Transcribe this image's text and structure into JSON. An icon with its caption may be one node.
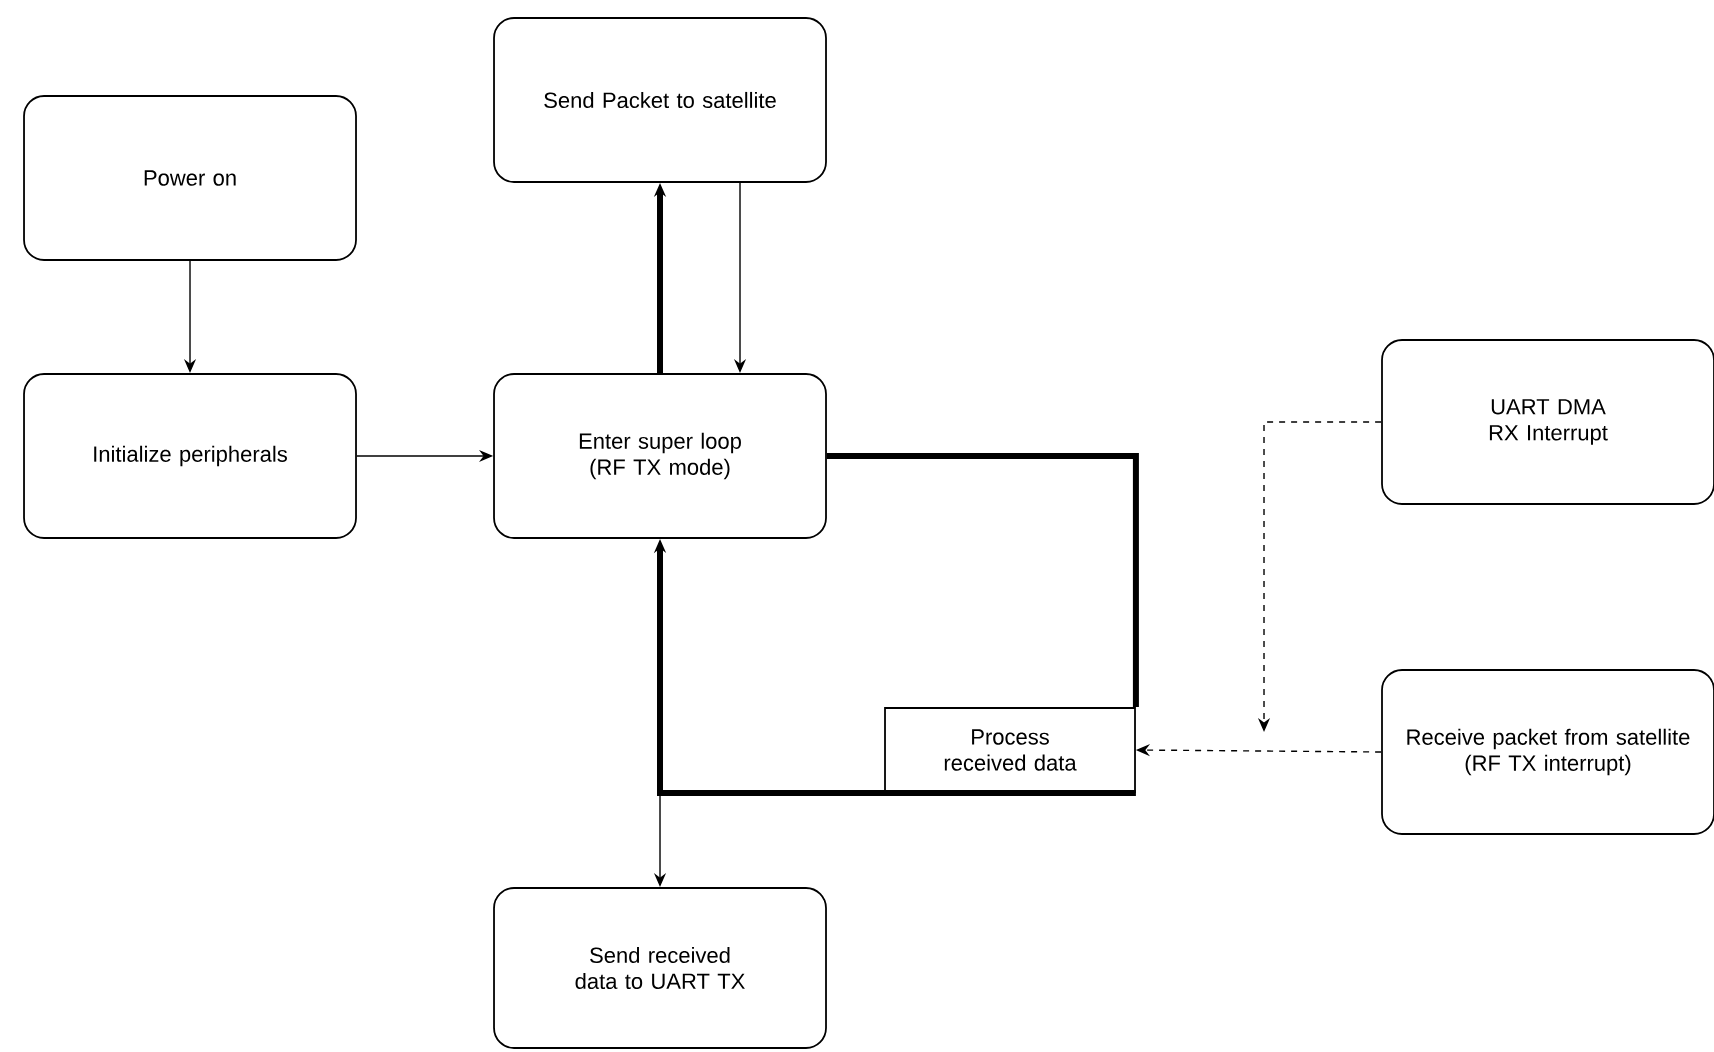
{
  "diagram": {
    "nodes": [
      {
        "text": [
          "Power on"
        ]
      },
      {
        "text": [
          "Initialize peripherals"
        ]
      },
      {
        "text": [
          "Enter super loop (RF TX mode)"
        ]
      },
      {
        "text": [
          "Send Packet to satellite"
        ]
      },
      {
        "text": [
          "Send received data to UART TX"
        ]
      },
      {
        "text": [
          "Process received data"
        ]
      },
      {
        "text": [
          "UART DMA RX Interrupt"
        ]
      },
      {
        "text": [
          "Receive packet from satellite",
          "(RF TX interrupt)"
        ]
      }
    ],
    "edges": [
      {
        "from": 0,
        "to": 1,
        "arrow": "to"
      },
      {
        "from": 1,
        "to": 2,
        "arrow": "to"
      },
      {
        "from": 2,
        "to": 3,
        "arrow": "to",
        "style": "thick"
      },
      {
        "from": 3,
        "to": 2,
        "arrow": "to"
      },
      {
        "from": 2,
        "to": 5,
        "arrow": "none",
        "style": "thick"
      },
      {
        "from": 5,
        "to": 2,
        "arrow": "to",
        "style": "thick"
      },
      {
        "from": 5,
        "to": 4,
        "arrow": "to"
      },
      {
        "from": 7,
        "to": 5,
        "arrow": "to",
        "style": "dashed"
      },
      {
        "from": 6,
        "to": null,
        "arrow": "to",
        "style": "dashed"
      }
    ]
  }
}
